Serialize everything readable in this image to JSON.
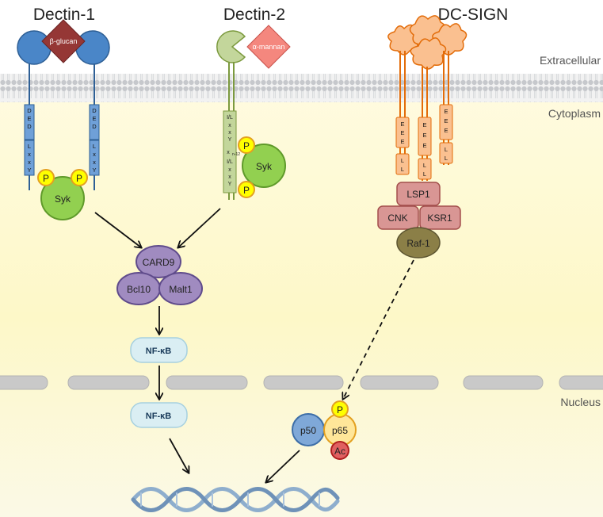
{
  "regions": {
    "extracellular": "Extracellular",
    "cytoplasm": "Cytoplasm",
    "nucleus": "Nucleus"
  },
  "receptors": {
    "dectin1": {
      "title": "Dectin-1",
      "ligand": "β-glucan"
    },
    "dectin2": {
      "title": "Dectin-2",
      "ligand": "α-mannan"
    },
    "dcsign": {
      "title": "DC-SIGN"
    }
  },
  "motifs": {
    "d": "D",
    "e": "E",
    "l": "L",
    "x": "x",
    "y": "Y",
    "il": "I/L",
    "xn": "x",
    "n12": "n-12"
  },
  "proteins": {
    "syk": "Syk",
    "p": "P",
    "card9": "CARD9",
    "bcl10": "Bcl10",
    "malt1": "Malt1",
    "nfkb": "NF-κB",
    "lsp1": "LSP1",
    "cnk": "CNK",
    "ksr1": "KSR1",
    "raf1": "Raf-1",
    "p50": "p50",
    "p65": "p65",
    "ac": "Ac"
  },
  "colors": {
    "dectin1": "#4a86c8",
    "dectin1_ligand": "#953735",
    "dectin2": "#9bbb59",
    "dectin2_ligand": "#f4877e",
    "dcsign": "#f79646",
    "syk": "#92d050",
    "phospho": "#ffff00",
    "card9": "#a08bc0",
    "nfkb": "#daeef3",
    "raf_complex": "#d99694",
    "raf1": "#8b7f47",
    "p50": "#7fa8d8",
    "acetyl": "#e06060",
    "membrane": "#c9ccd1",
    "cytoplasm": "#fdfbd6",
    "dna": "#8eaecd"
  }
}
